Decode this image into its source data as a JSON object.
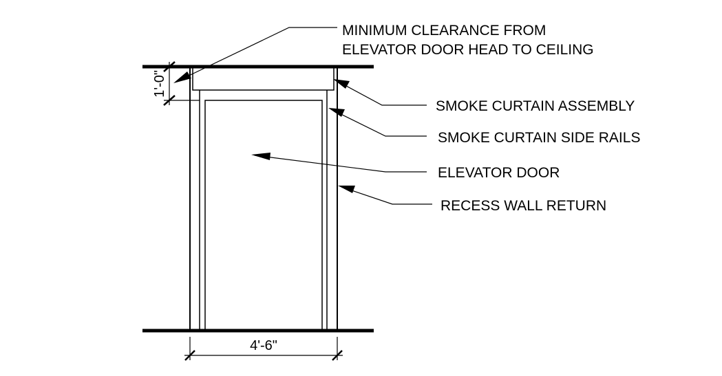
{
  "labels": {
    "clearance_line1": "MINIMUM CLEARANCE FROM",
    "clearance_line2": "ELEVATOR DOOR HEAD TO CEILING",
    "smoke_curtain_assembly": "SMOKE CURTAIN ASSEMBLY",
    "smoke_curtain_side_rails": "SMOKE CURTAIN SIDE RAILS",
    "elevator_door": "ELEVATOR DOOR",
    "recess_wall_return": "RECESS WALL RETURN"
  },
  "dimensions": {
    "clearance_height": "1'-0\"",
    "opening_width": "4'-6\""
  },
  "colors": {
    "line": "#000000",
    "background": "#ffffff"
  }
}
